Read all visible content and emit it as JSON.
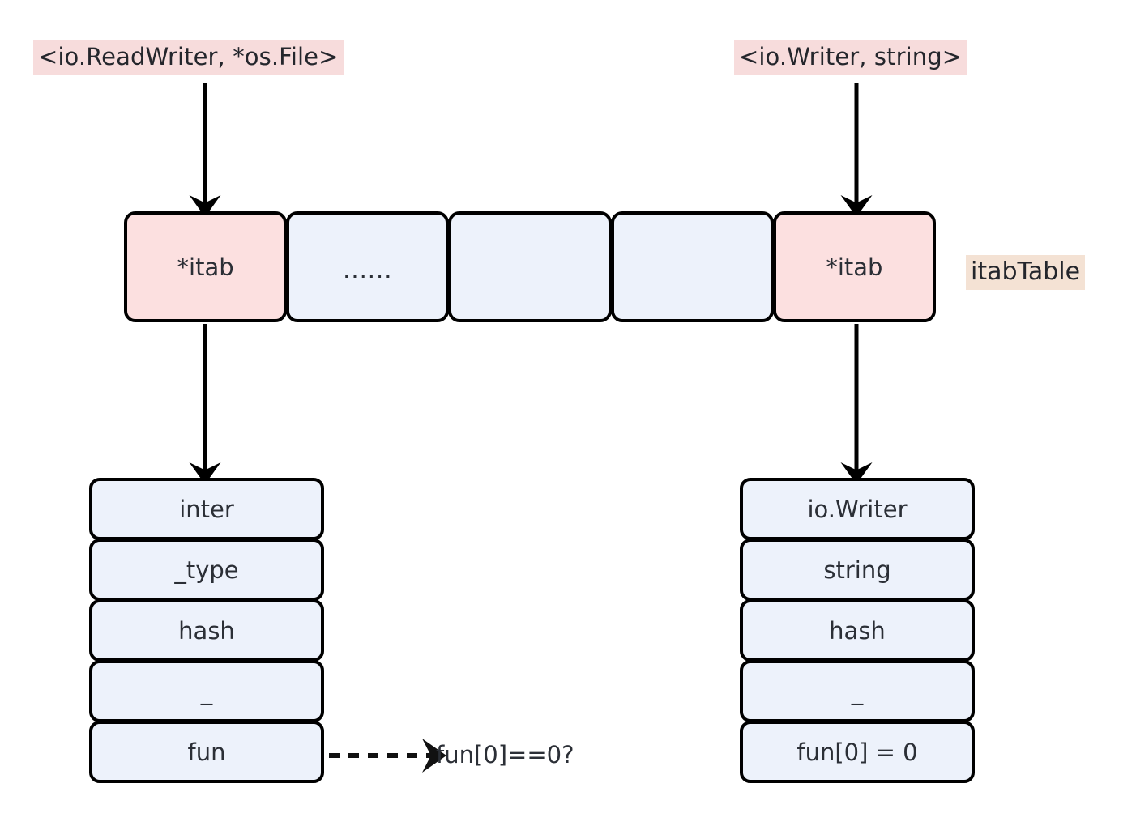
{
  "diagram": {
    "title_labels": {
      "left": "<io.ReadWriter, *os.File>",
      "right": "<io.Writer, string>"
    },
    "itab_table": {
      "tag": "itabTable",
      "cells": [
        {
          "text": "*itab",
          "fill": "pink"
        },
        {
          "text": "......",
          "fill": "blue"
        },
        {
          "text": "",
          "fill": "blue"
        },
        {
          "text": "",
          "fill": "blue"
        },
        {
          "text": "*itab",
          "fill": "pink"
        }
      ]
    },
    "struct_left": {
      "fields": [
        "inter",
        "_type",
        "hash",
        "_",
        "fun"
      ]
    },
    "struct_right": {
      "fields": [
        "io.Writer",
        "string",
        "hash",
        "_",
        "fun[0] = 0"
      ]
    },
    "annotation": {
      "fun_check": "fun[0]==0?"
    },
    "colors": {
      "pink_fill": "#FCE0E0",
      "blue_fill": "#EDF2FB",
      "label_highlight_pink": "#F7DCDC",
      "label_highlight_tan": "#F4E2D4",
      "stroke": "#000000",
      "text": "#24262C"
    }
  }
}
